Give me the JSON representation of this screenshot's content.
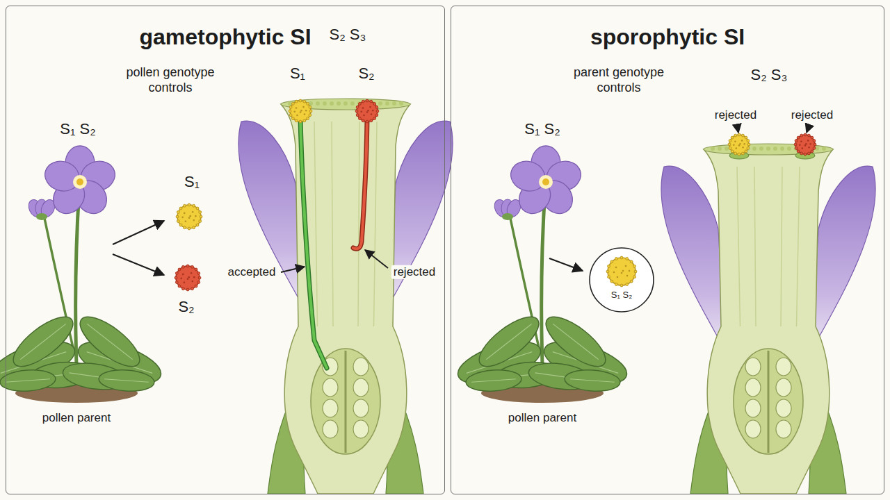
{
  "diagram": {
    "nodes": [
      {
        "text": [
          "gametophytic SI"
        ]
      },
      {
        "text": [
          "sporophytic SI"
        ]
      },
      {
        "text": [
          "S₁ S₂"
        ],
        "in": 1
      }
    ],
    "labels": [
      "pollen genotype controls",
      "S₁ S₂",
      "S₁",
      "S₂",
      "S₂ S₃",
      "S₁",
      "S₂",
      "accepted",
      "rejected",
      "pollen parent",
      "parent genotype controls",
      "S₂ S₃",
      "S₁ S₂",
      "rejected",
      "rejected",
      "pollen parent"
    ]
  }
}
